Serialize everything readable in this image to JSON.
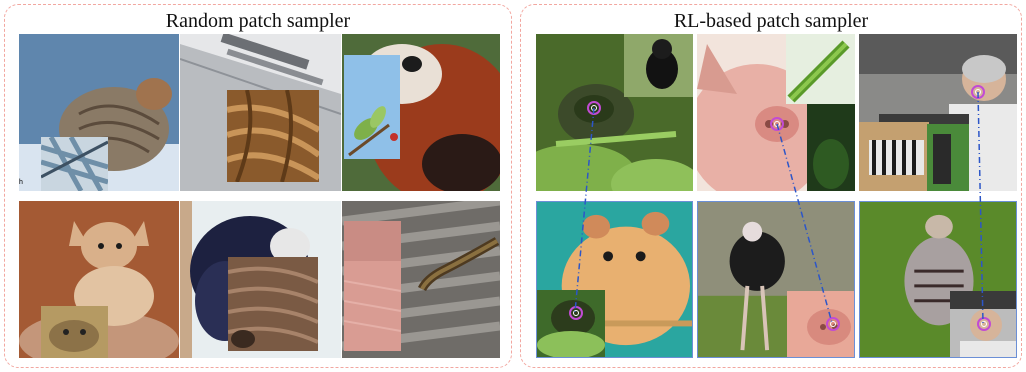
{
  "panels": {
    "random": {
      "title": "Random patch sampler"
    },
    "rl": {
      "title": "RL-based patch sampler"
    }
  },
  "random_tiles": [
    {
      "subject": "partridge-bird",
      "patch": "snowy-texture"
    },
    {
      "subject": "airplane-fuselage",
      "patch": "brown-fur"
    },
    {
      "subject": "red-panda",
      "patch": "leaf-on-sky"
    },
    {
      "subject": "fennec-fox",
      "patch": "fox-face"
    },
    {
      "subject": "black-white-monkey",
      "patch": "brown-fur"
    },
    {
      "subject": "snake-on-wood",
      "patch": "pink-skin"
    }
  ],
  "rl_tiles": [
    {
      "subject": "frog-on-lily-pads",
      "patch": "black-dog"
    },
    {
      "subject": "pig-face",
      "patch": "green-lizard"
    },
    {
      "subject": "man-with-machine",
      "patch": "zebra"
    },
    {
      "subject": "hamster",
      "patch": "frog-eye"
    },
    {
      "subject": "vulture",
      "patch": "pig-snout"
    },
    {
      "subject": "partridge-on-grass",
      "patch": "man-face"
    }
  ],
  "small_mark": "h"
}
